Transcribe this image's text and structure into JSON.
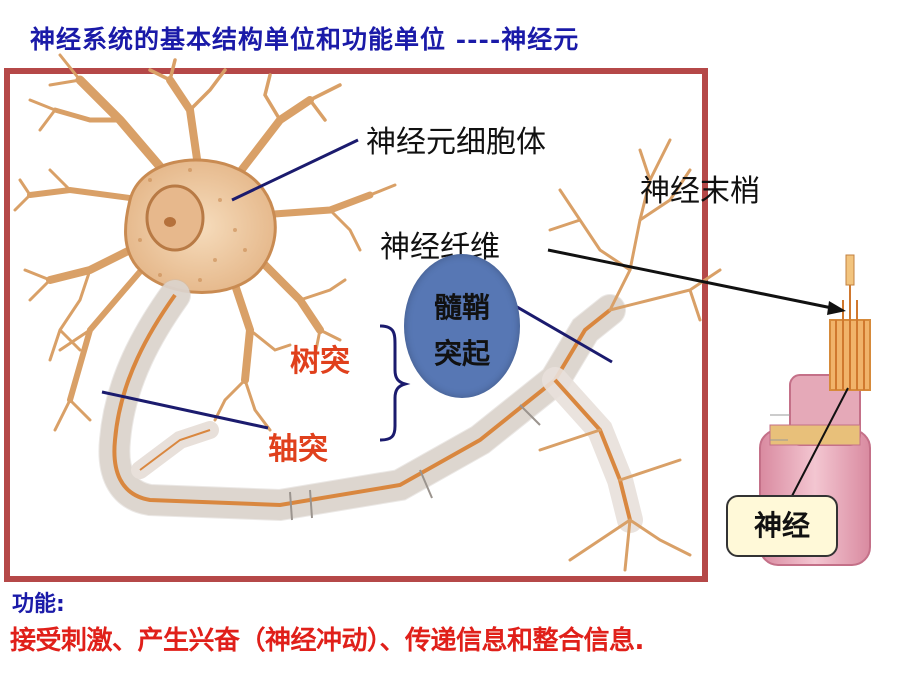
{
  "title": "神经系统的基本结构单位和功能单位 ----神经元",
  "labels": {
    "cell_body": "神经元细胞体",
    "nerve_ending": "神经末梢",
    "nerve_fiber": "神经纤维",
    "myelin_line1": "髓鞘",
    "myelin_line2": "突起",
    "dendrite": "树突",
    "axon": "轴突",
    "nerve": "神经"
  },
  "function": {
    "heading": "功能:",
    "text": "接受刺激、产生兴奋（神经冲动）、传递信息和整合信息."
  },
  "colors": {
    "title": "#1a1aa8",
    "frame": "#b54848",
    "highlight_red": "#e0401c",
    "ellipse": "#5777b4",
    "neuron": "#d9a067",
    "nerve_tissue": "#e6a6b6"
  }
}
